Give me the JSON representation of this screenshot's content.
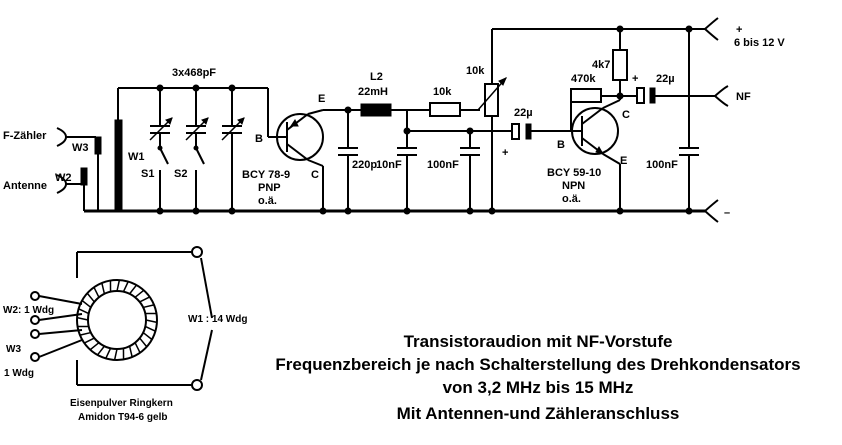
{
  "supply": {
    "plus": "+",
    "voltage": "6 bis 12 V",
    "minus": "–"
  },
  "labels": {
    "f_zaehler": "F-Zähler",
    "antenne": "Antenne",
    "w3": "W3",
    "w2": "W2",
    "w1": "W1",
    "s1": "S1",
    "s2": "S2",
    "cap_bank": "3x468pF",
    "b1": "B",
    "e1": "E",
    "c1": "C",
    "t1_type": "BCY 78-9",
    "t1_pol": "PNP",
    "t1_oa": "o.ä.",
    "c220": "220p",
    "l2_name": "L2",
    "l2_val": "22mH",
    "c10n": "10nF",
    "r10k": "10k",
    "c100n_a": "100nF",
    "pot10k": "10k",
    "c22u_a": "22µ",
    "plus_a": "+",
    "r470k": "470k",
    "r4k7": "4k7",
    "plus_b": "+",
    "c22u_b": "22µ",
    "nf": "NF",
    "b2": "B",
    "c2": "C",
    "e2": "E",
    "t2_type": "BCY 59-10",
    "t2_pol": "NPN",
    "t2_oa": "o.ä.",
    "c100n_b": "100nF"
  },
  "toroid": {
    "w2_label": "W2: 1 Wdg",
    "w3_label": "W3",
    "w3_turns": "1 Wdg",
    "w1_label": "W1 : 14 Wdg",
    "core_line1": "Eisenpulver Ringkern",
    "core_line2": "Amidon T94-6 gelb"
  },
  "caption": {
    "line1": "Transistoraudion mit NF-Vorstufe",
    "line2": "Frequenzbereich je nach Schalterstellung des Drehkondensators",
    "line3": "von 3,2 MHz bis 15 MHz",
    "line4": "Mit Antennen-und Zähleranschluss"
  }
}
